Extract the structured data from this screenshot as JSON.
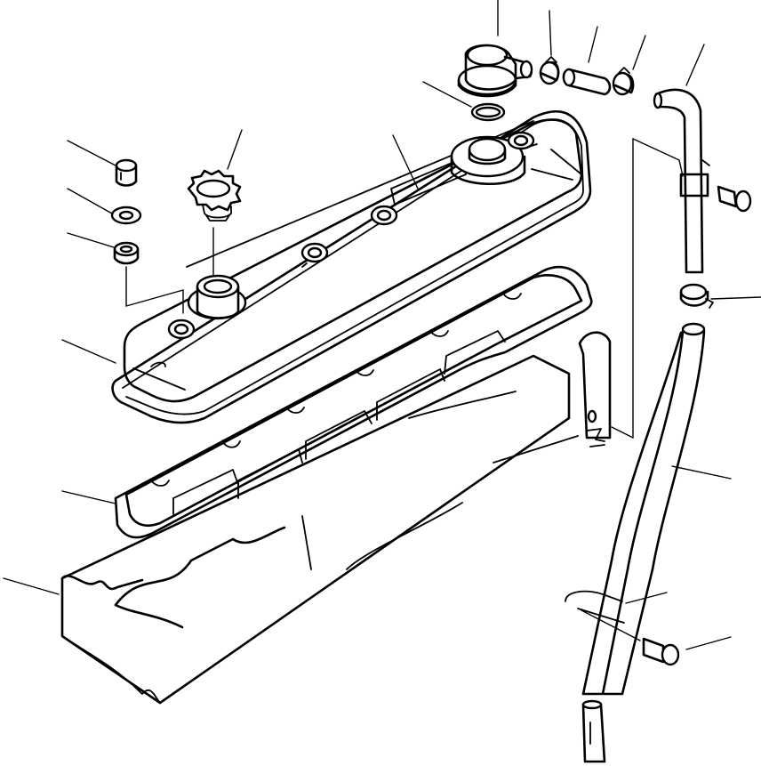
{
  "figure": {
    "type": "exploded-parts-diagram",
    "background": "#ffffff",
    "line_color": "#000000",
    "labels": [],
    "parts": [
      "breather",
      "o-ring",
      "hose-clamp",
      "breather-hose",
      "breather-tube",
      "mounting-bolt",
      "plug",
      "washer",
      "grommet",
      "oil-filler-cap",
      "cylinder-head-cover",
      "cover-gasket",
      "cylinder-head",
      "support-bracket",
      "oil-level-gauge-guide",
      "clip",
      "dipstick-tube-end"
    ]
  }
}
